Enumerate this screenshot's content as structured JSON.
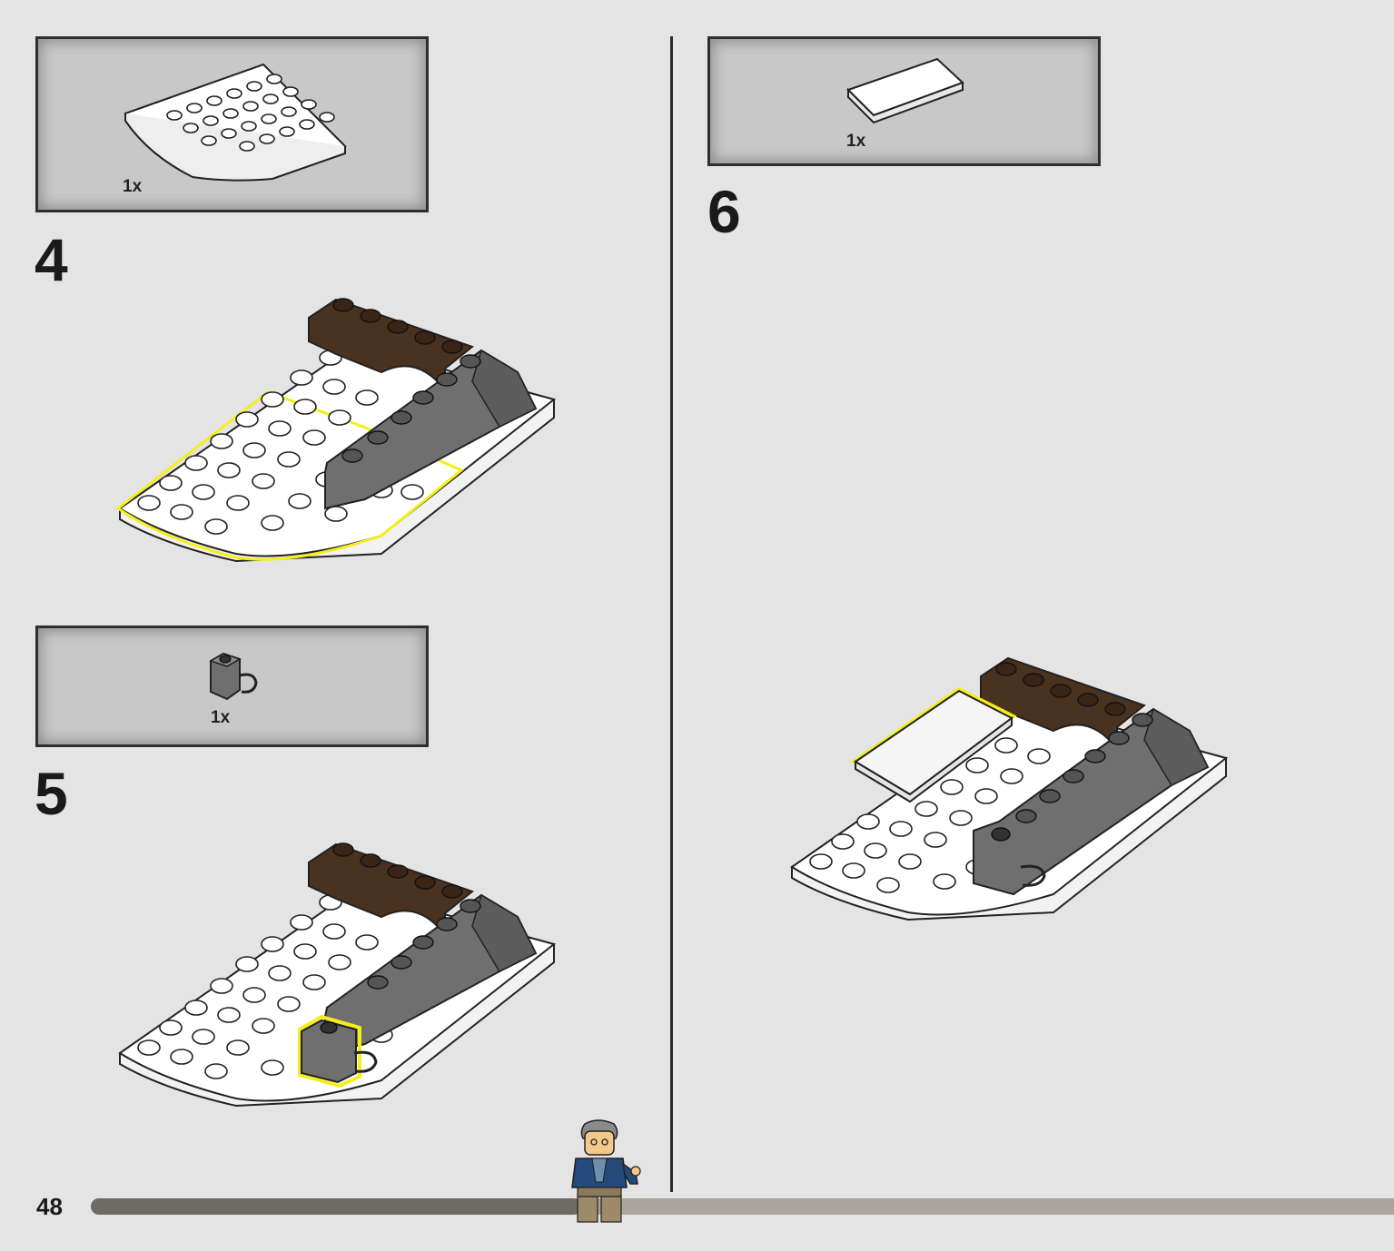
{
  "page": {
    "number": "48"
  },
  "progress": {
    "fraction": 0.37
  },
  "steps": [
    {
      "number": "4",
      "parts": [
        {
          "quantity": "1x",
          "part": "white-curved-plate-icon"
        }
      ]
    },
    {
      "number": "5",
      "parts": [
        {
          "quantity": "1x",
          "part": "gray-clip-brick-icon"
        }
      ]
    },
    {
      "number": "6",
      "parts": [
        {
          "quantity": "1x",
          "part": "white-tile-icon"
        }
      ]
    }
  ],
  "colors": {
    "background": "#e4e4e4",
    "callout": "#c8c8c8",
    "highlight": "#f4ef1a",
    "white_brick": "#ffffff",
    "gray_brick": "#6f6f6f",
    "brown_brick": "#4a3220"
  }
}
